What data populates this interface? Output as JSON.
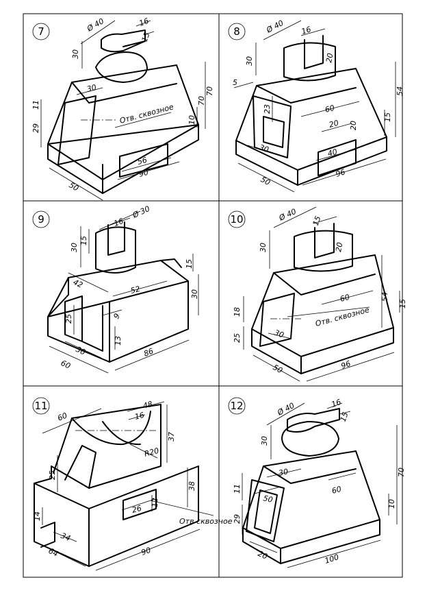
{
  "panels": [
    {
      "number": "7",
      "dimensions": [
        "Ø 40",
        "16",
        "15",
        "30",
        "11",
        "30",
        "29",
        "70",
        "10",
        "70",
        "56",
        "90",
        "50"
      ],
      "note": "Отв. сквозное"
    },
    {
      "number": "8",
      "dimensions": [
        "Ø 40",
        "16",
        "30",
        "20",
        "5",
        "23",
        "60",
        "54",
        "20",
        "15",
        "20",
        "30",
        "40",
        "96",
        "50"
      ],
      "note": ""
    },
    {
      "number": "9",
      "dimensions": [
        "Ø 30",
        "16",
        "30",
        "15",
        "42",
        "52",
        "15",
        "30",
        "25",
        "9",
        "13",
        "30",
        "60",
        "86"
      ],
      "note": ""
    },
    {
      "number": "10",
      "dimensions": [
        "Ø 40",
        "15",
        "30",
        "20",
        "60",
        "54",
        "15",
        "18",
        "25",
        "30",
        "50",
        "96"
      ],
      "note": "Отв. сквозное"
    },
    {
      "number": "11",
      "dimensions": [
        "60",
        "48",
        "16",
        "37",
        "R20",
        "25",
        "38",
        "12",
        "14",
        "26",
        "34",
        "64",
        "90"
      ],
      "note": "Отв сквозное"
    },
    {
      "number": "12",
      "dimensions": [
        "Ø 40",
        "16",
        "15",
        "30",
        "70",
        "30",
        "11",
        "50",
        "60",
        "29",
        "10",
        "20",
        "100"
      ],
      "note": ""
    }
  ]
}
